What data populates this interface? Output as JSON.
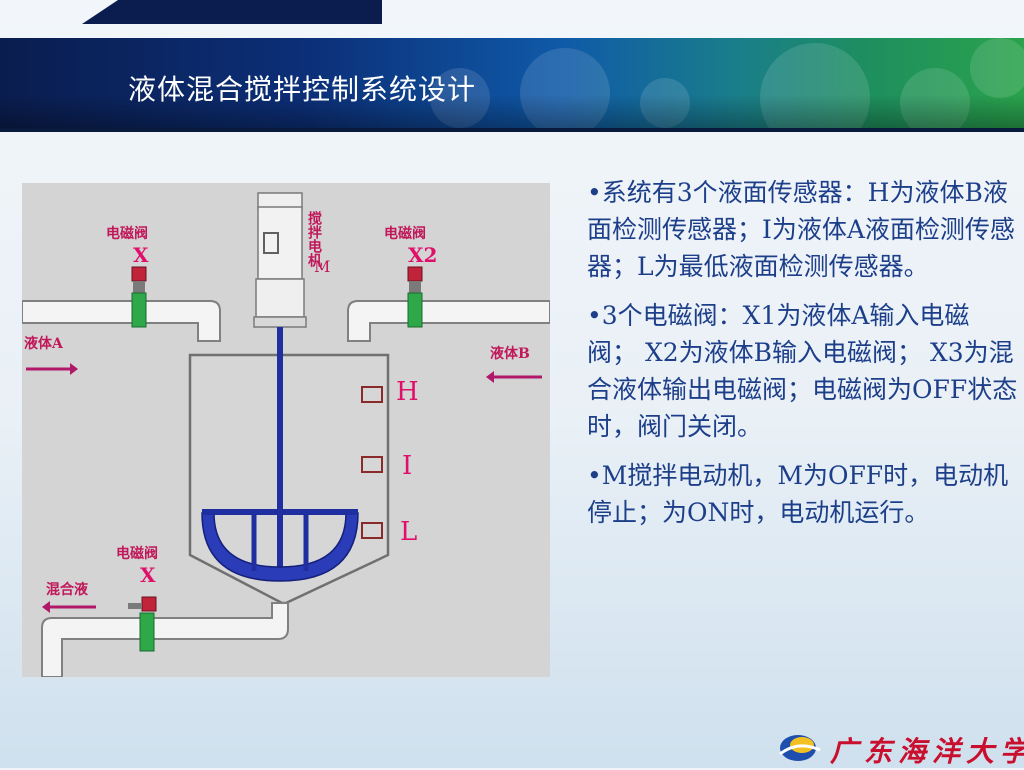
{
  "slide": {
    "title": "液体混合搅拌控制系统设计"
  },
  "diagram": {
    "valve_caption": "电磁阀",
    "valves": [
      {
        "id": "X1",
        "shown_text": "X"
      },
      {
        "id": "X2",
        "shown_text": "X2"
      },
      {
        "id": "X3",
        "shown_text": "X"
      }
    ],
    "motor_caption": "搅拌电机",
    "motor_id": "M",
    "fluid_a": "液体A",
    "fluid_b": "液体B",
    "mixed_fluid": "混合液",
    "sensors": [
      "H",
      "I",
      "L"
    ]
  },
  "bullets": [
    "•系统有3个液面传感器：H为液体B液面检测传感器；I为液体A液面检测传感器；L为最低液面检测传感器。",
    "•3个电磁阀：X1为液体A输入电磁阀； X2为液体B输入电磁阀； X3为混合液体输出电磁阀；电磁阀为OFF状态时，阀门关闭。",
    "•M搅拌电动机，M为OFF时，电动机停止；为ON时，电动机运行。"
  ],
  "logo": {
    "text": "广东海洋大学",
    "emblem_icon": "university-emblem-icon"
  },
  "colors": {
    "banner_dark": "#0a1d4e",
    "banner_green": "#2aa34c",
    "body_text": "#1d3f8a",
    "diagram_label": "#e0106a",
    "valve_green": "#2fa84a",
    "valve_red": "#c0233a",
    "stirrer_blue": "#1f2fa0",
    "logo_red": "#c8102e"
  }
}
